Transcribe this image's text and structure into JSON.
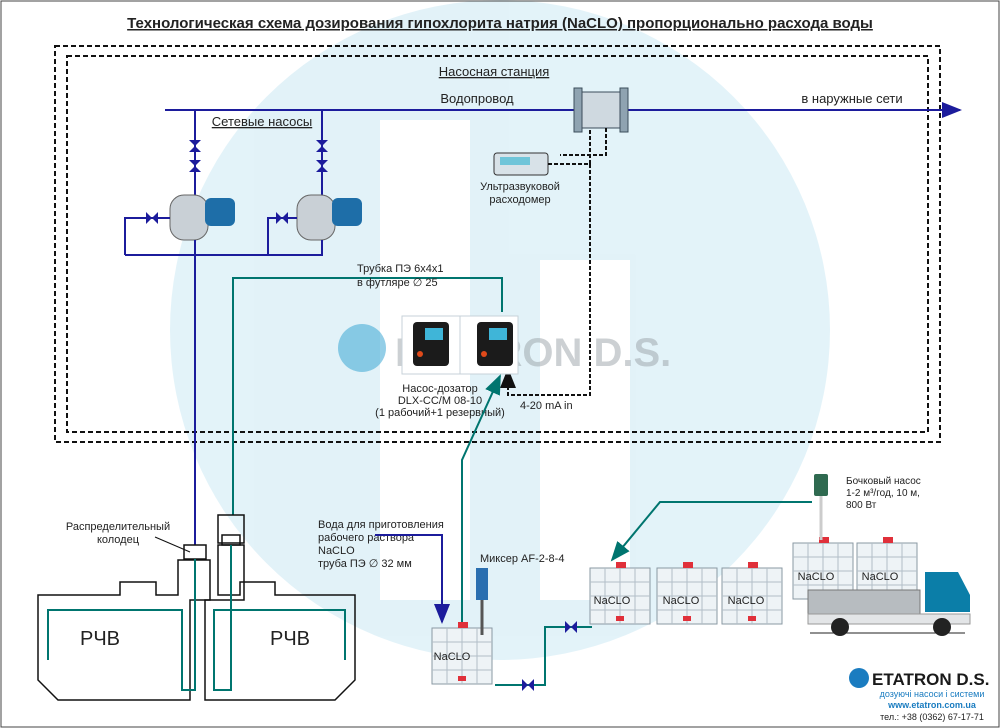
{
  "title": "Технологическая схема дозирования гипохлорита натрия (NaCLO) пропорционально расхода воды",
  "station": {
    "label": "Насосная станция",
    "water_main": "Водопровод",
    "to_network": "в наружные сети",
    "network_pumps": "Сетевые насосы",
    "flowmeter_line1": "Ультразвуковой",
    "flowmeter_line2": "расходомер",
    "tube_line1": "Трубка ПЭ 6х4х1",
    "tube_line2": "в футляре ∅ 25",
    "dosing_line1": "Насос-дозатор",
    "dosing_line2": "DLX-CC/M  08-10",
    "dosing_line3": "(1 рабочий+1 резервный)",
    "signal": "4-20 mA in"
  },
  "lower": {
    "distribution_line1": "Распределительный",
    "distribution_line2": "колодец",
    "reservoir_left": "РЧВ",
    "reservoir_right": "РЧВ",
    "water_line1": "Вода для приготовления",
    "water_line2": "рабочего раствора",
    "water_line3": "NaCLO",
    "water_line4": "труба ПЭ ∅ 32 мм",
    "mixer": "Миксер AF-2-8-4",
    "barrel_pump_line1": "Бочковый насос",
    "barrel_pump_line2": "1-2 м³/год, 10 м,",
    "barrel_pump_line3": "800 Вт",
    "tank_label": "NaCLO"
  },
  "logo": {
    "brand": "ETATRON D.S.",
    "tagline": "дозуючі насоси і системи",
    "website": "www.etatron.com.ua",
    "phone": "тел.: +38 (0362) 67-17-71"
  },
  "colors": {
    "water_pipe": "#1c1c9c",
    "chemical_pipe": "#00756f",
    "truck": "#0b7ea8"
  }
}
